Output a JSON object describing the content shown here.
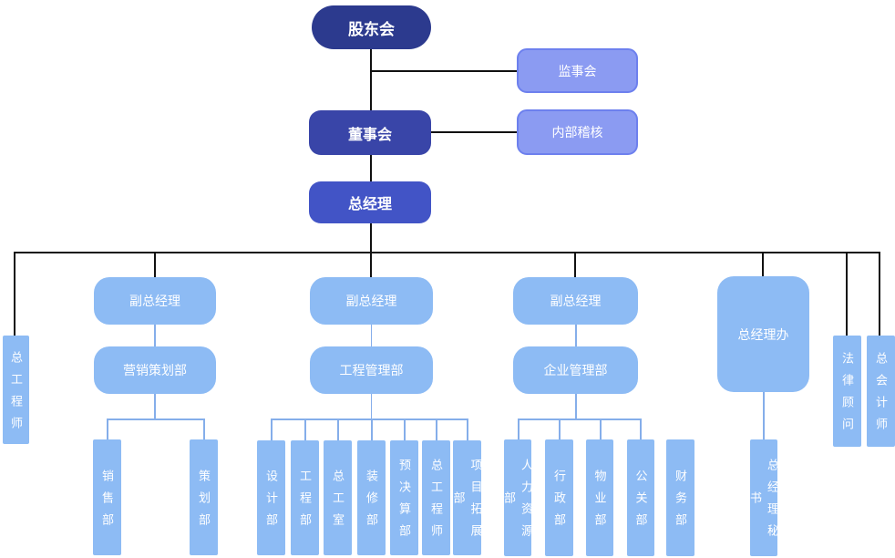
{
  "diagram_type": "org-chart",
  "colors": {
    "top_node_fill": "#2c3a8e",
    "board_node_fill": "#3945a8",
    "gm_node_fill": "#4254c6",
    "side_node_fill": "#8b9bf2",
    "side_node_border": "#6d80ee",
    "branch_node_fill": "#8dbbf4",
    "black_connector": "#111111",
    "blue_connector": "#85aeea",
    "text": "#ffffff"
  },
  "nodes": {
    "shareholders": "股东会",
    "supervisory_board": "监事会",
    "board_of_directors": "董事会",
    "internal_audit": "内部稽核",
    "general_manager": "总经理",
    "chief_engineer": "总工程师",
    "deputy_gm_1": "副总经理",
    "deputy_gm_2": "副总经理",
    "deputy_gm_3": "副总经理",
    "gm_office": "总经理办",
    "legal_advisor": "法律顾问",
    "chief_accountant": "总会计师",
    "marketing_planning_dept": "营销策划部",
    "engineering_mgmt_dept": "工程管理部",
    "enterprise_mgmt_dept": "企业管理部",
    "sales_dept": "销售部",
    "planning_dept": "策划部",
    "design_dept": "设计部",
    "engineering_dept": "工程部",
    "chief_engineer_office": "总工室",
    "decoration_dept": "装修部",
    "budget_dept": "预决算部",
    "chief_engineer_2": "总工程师",
    "project_expansion_dept": "项目拓展部",
    "hr_dept": "人力资源部",
    "admin_dept": "行政部",
    "property_dept": "物业部",
    "pr_dept": "公关部",
    "finance_dept": "财务部",
    "gm_secretary": "总经理秘书"
  },
  "hierarchy": {
    "股东会": [
      "监事会",
      "董事会"
    ],
    "董事会": [
      "内部稽核",
      "总经理"
    ],
    "总经理": [
      "总工程师",
      "副总经理×3",
      "总经理办",
      "法律顾问",
      "总会计师"
    ],
    "副总经理1": [
      "营销策划部"
    ],
    "营销策划部": [
      "销售部",
      "策划部"
    ],
    "副总经理2": [
      "工程管理部"
    ],
    "工程管理部": [
      "设计部",
      "工程部",
      "总工室",
      "装修部",
      "预决算部",
      "总工程师",
      "项目拓展部"
    ],
    "副总经理3": [
      "企业管理部"
    ],
    "企业管理部": [
      "人力资源部",
      "行政部",
      "物业部",
      "公关部"
    ],
    "总经理办": [
      "总经理秘书"
    ],
    "unconnected": [
      "财务部"
    ]
  }
}
